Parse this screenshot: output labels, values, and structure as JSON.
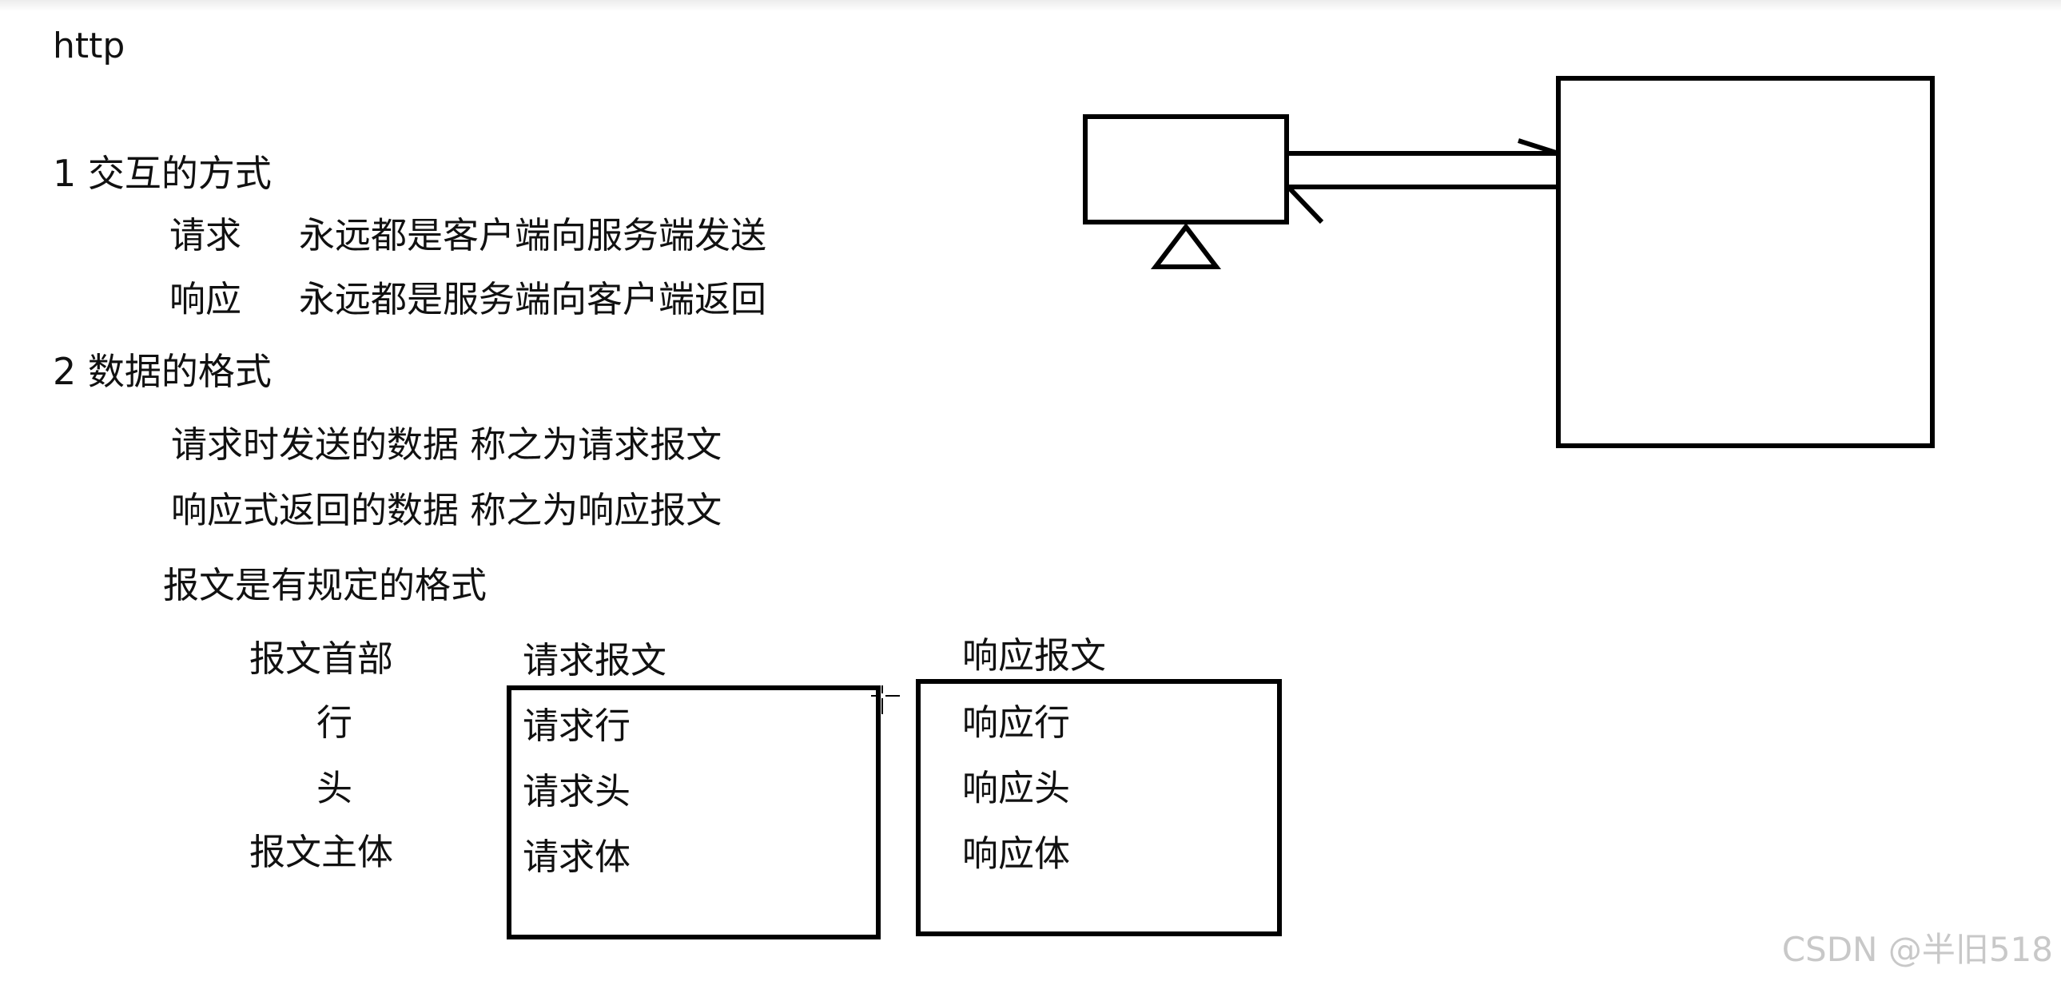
{
  "title": "http",
  "section1": {
    "heading": "1 交互的方式",
    "request_label": "请求",
    "request_desc": "永远都是客户端向服务端发送",
    "response_label": "响应",
    "response_desc": "永远都是服务端向客户端返回"
  },
  "section2": {
    "heading": "2 数据的格式",
    "line1": "请求时发送的数据 称之为请求报文",
    "line2": "响应式返回的数据 称之为响应报文",
    "line3": "报文是有规定的格式"
  },
  "message_parts": {
    "header": "报文首部",
    "line": "行",
    "head": "头",
    "body": "报文主体"
  },
  "request_message": {
    "title": "请求报文",
    "items": [
      "请求行",
      "请求头",
      "请求体"
    ]
  },
  "response_message": {
    "title": "响应报文",
    "items": [
      "响应行",
      "响应头",
      "响应体"
    ]
  },
  "watermark": "CSDN @半旧518",
  "colors": {
    "ink": "#000000",
    "text": "#111111",
    "watermark": "#c8c8c8",
    "background": "#ffffff"
  },
  "icons": [
    "cursor-crosshair-icon"
  ]
}
